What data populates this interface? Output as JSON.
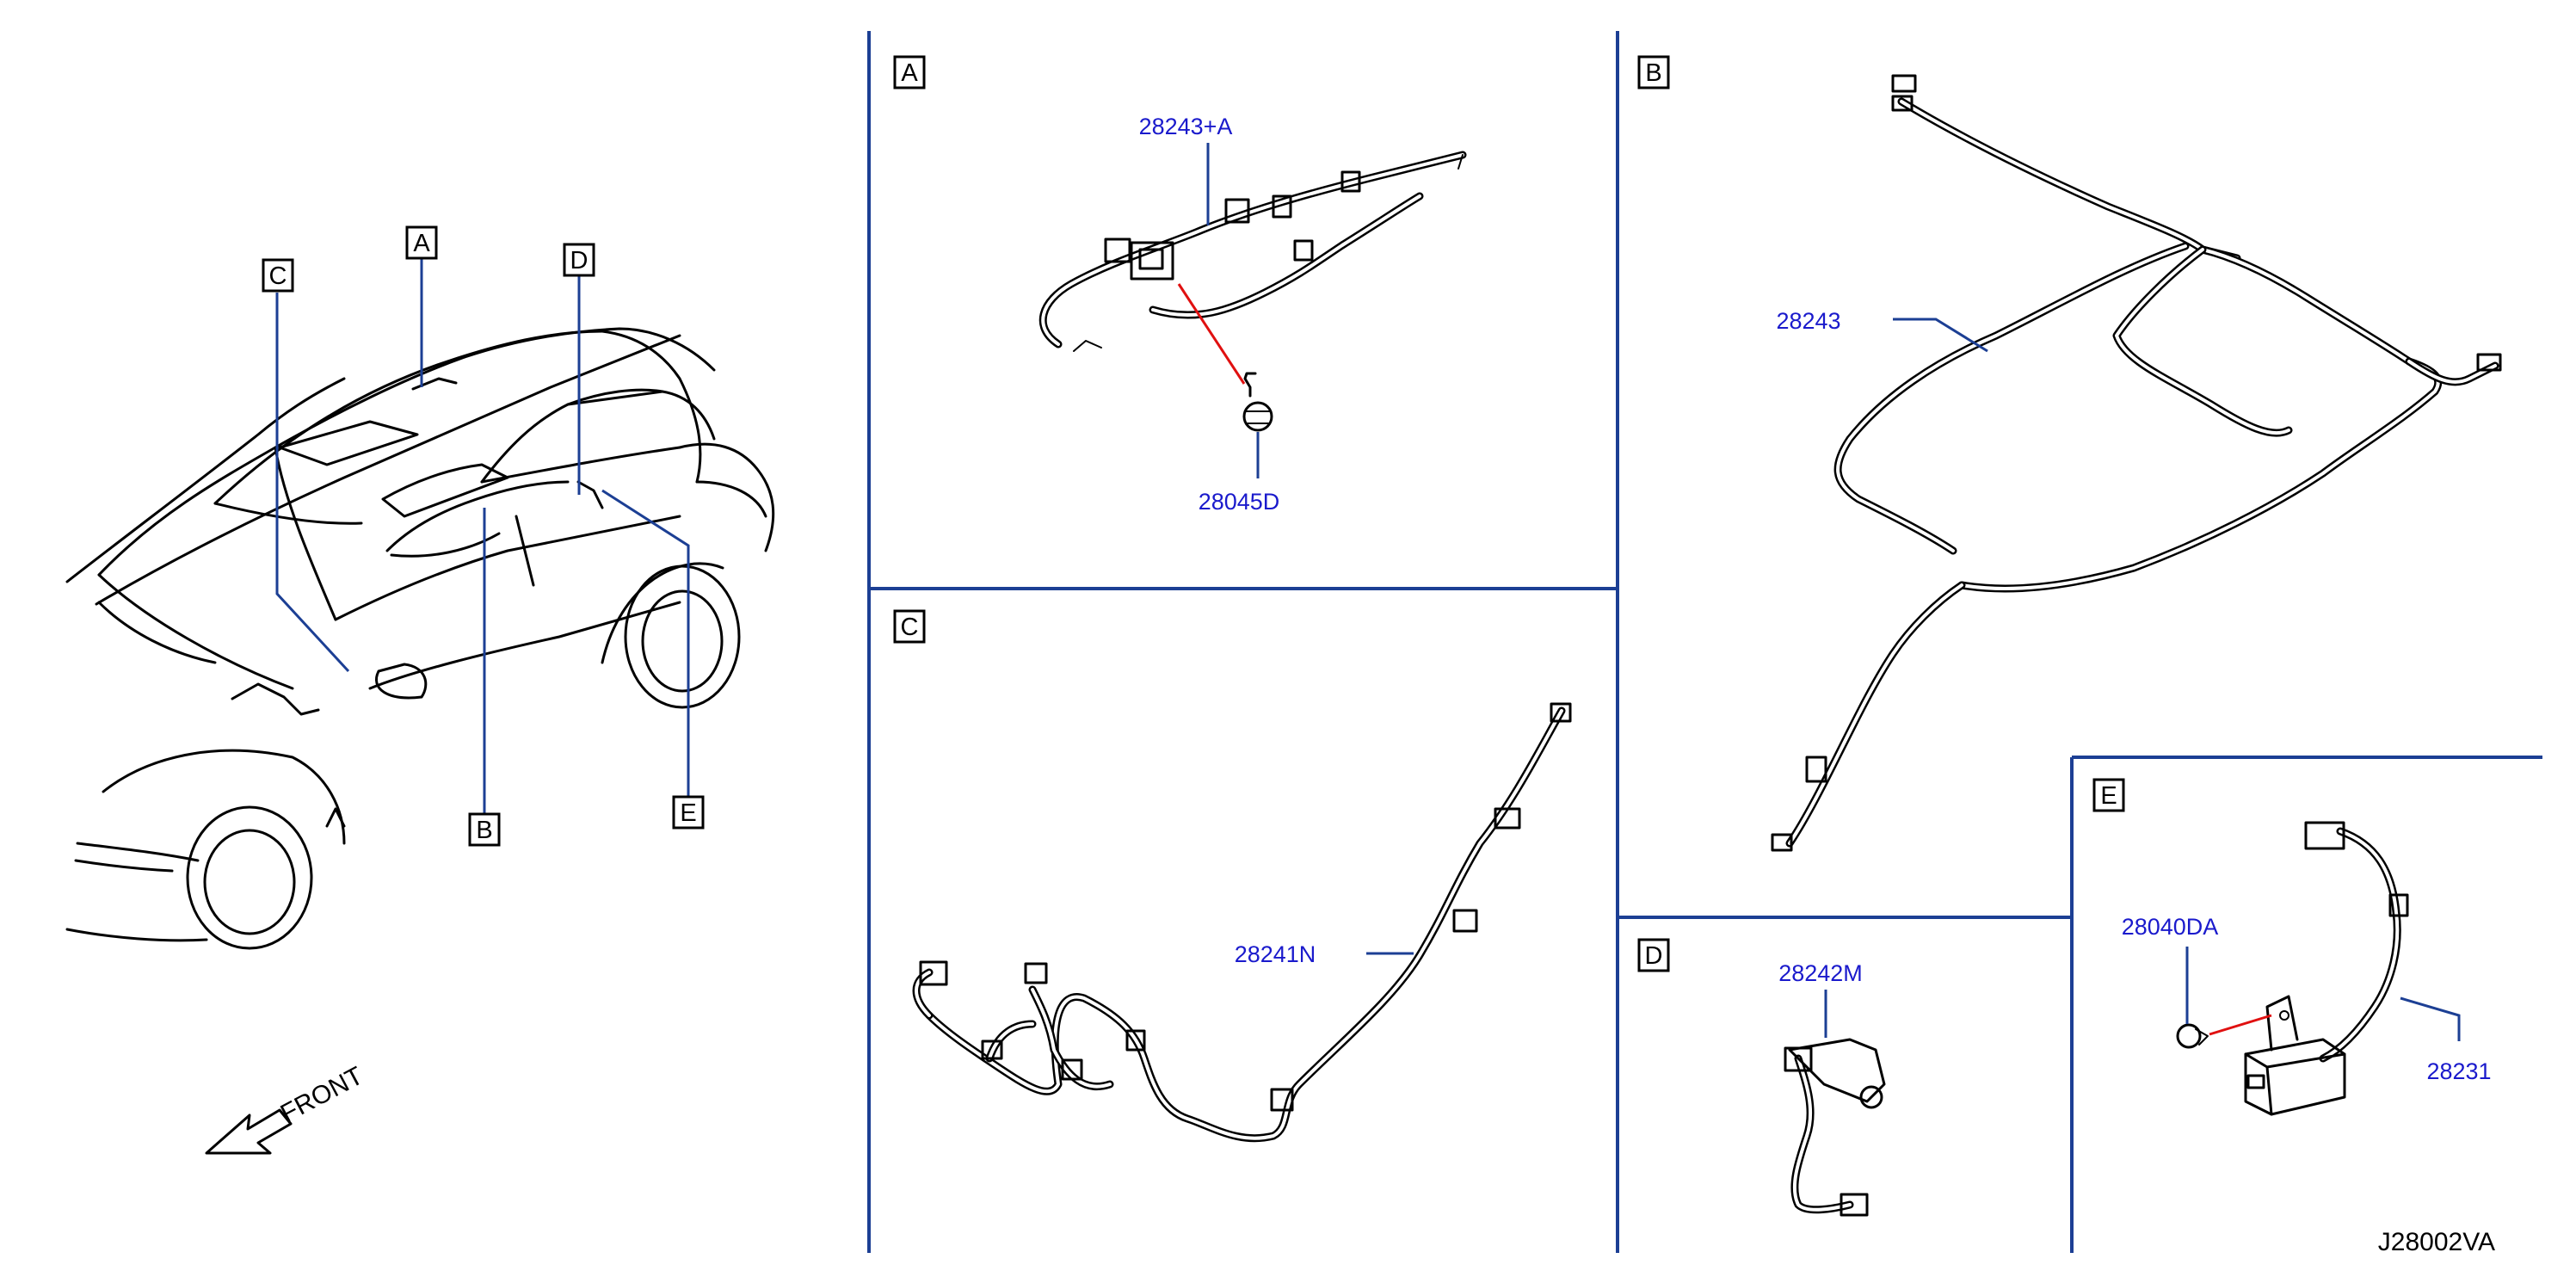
{
  "car_view": {
    "labels": [
      "A",
      "B",
      "C",
      "D",
      "E"
    ],
    "front_label": "FRONT"
  },
  "sections": [
    {
      "letter": "A",
      "parts": [
        "28243+A",
        "28045D"
      ]
    },
    {
      "letter": "B",
      "parts": [
        "28243"
      ]
    },
    {
      "letter": "C",
      "parts": [
        "28241N"
      ]
    },
    {
      "letter": "D",
      "parts": [
        "28242M"
      ]
    },
    {
      "letter": "E",
      "parts": [
        "28040DA",
        "28231"
      ]
    }
  ],
  "diagram_id": "J28002VA",
  "colors": {
    "callout_text": "#1a1acc",
    "leader_lines": "#1c3f94",
    "dividers": "#1c3f94",
    "fastener_leader": "#e01010"
  }
}
